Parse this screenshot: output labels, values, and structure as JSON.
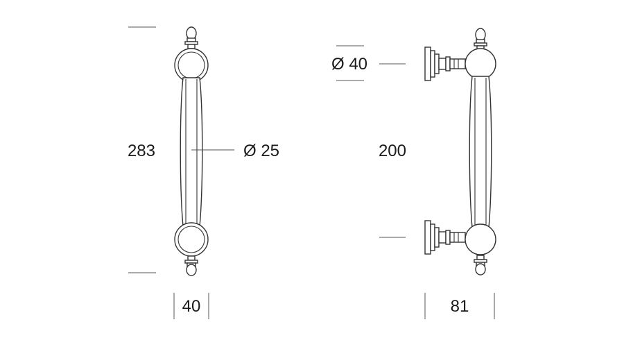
{
  "front_view": {
    "length_label": "283",
    "diameter_label": "Ø 25",
    "width_label": "40"
  },
  "side_view": {
    "rose_diameter_label": "Ø 40",
    "centers_label": "200",
    "projection_label": "81"
  }
}
